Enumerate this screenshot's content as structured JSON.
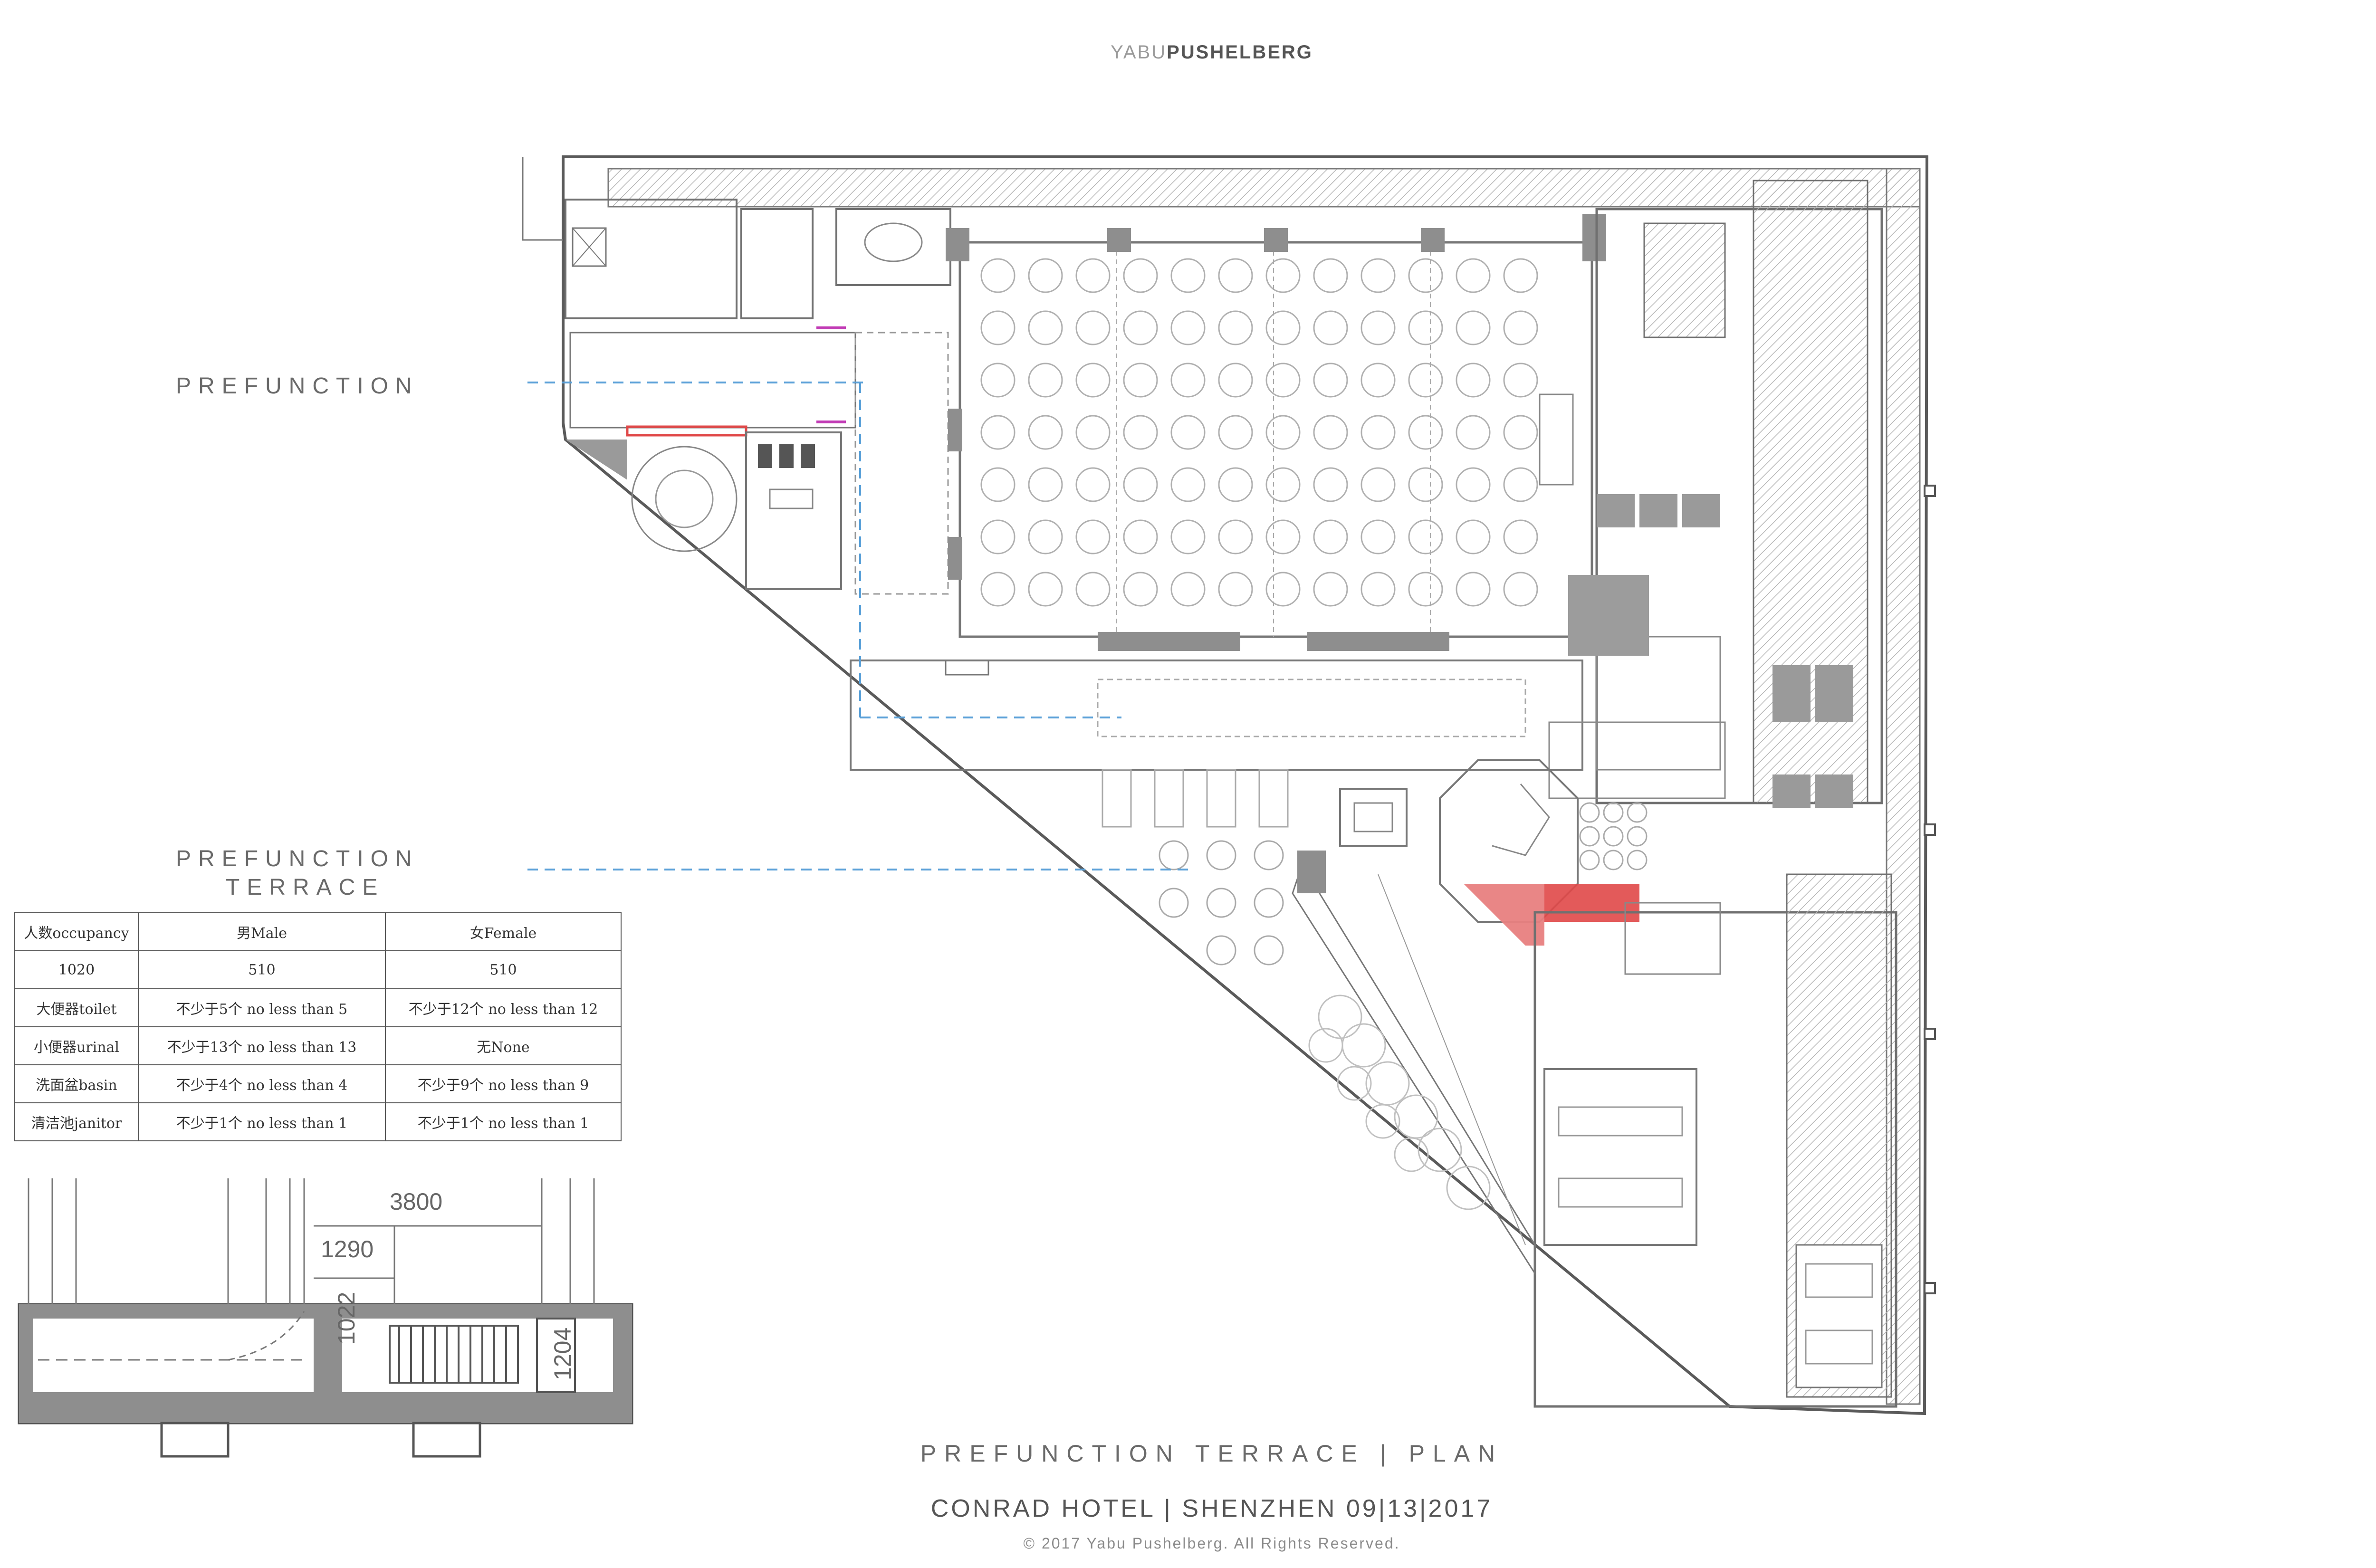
{
  "header": {
    "brand_part1": "YABU",
    "brand_part2": "PUSHELBERG"
  },
  "labels": {
    "prefunction": "PREFUNCTION",
    "terrace_line1": "PREFUNCTION",
    "terrace_line2": "TERRACE"
  },
  "occupancy_table": {
    "rows": [
      {
        "label": "人数occupancy",
        "male": "男Male",
        "female": "女Female"
      },
      {
        "label": "1020",
        "male": "510",
        "female": "510"
      },
      {
        "label": "大便器toilet",
        "male": "不少于5个 no less than 5",
        "female": "不少于12个 no less than 12"
      },
      {
        "label": "小便器urinal",
        "male": "不少于13个 no less than 13",
        "female": "无None"
      },
      {
        "label": "洗面盆basin",
        "male": "不少于4个 no less than 4",
        "female": "不少于9个 no less than 9"
      },
      {
        "label": "清洁池janitor",
        "male": "不少于1个 no less than 1",
        "female": "不少于1个 no less than 1"
      }
    ]
  },
  "section_detail": {
    "dim_total": "3800",
    "dim_a": "1290",
    "dim_b": "1022",
    "dim_c": "1204"
  },
  "footer": {
    "title": "PREFUNCTION TERRACE | PLAN",
    "subtitle": "CONRAD HOTEL | SHENZHEN 09|13|2017",
    "copyright": "© 2017 Yabu Pushelberg. All Rights Reserved."
  },
  "colors": {
    "wall": "#8e8e8e",
    "accent_red": "#e04848",
    "dash_blue": "#5aa0d8",
    "magenta": "#c13bb5"
  }
}
